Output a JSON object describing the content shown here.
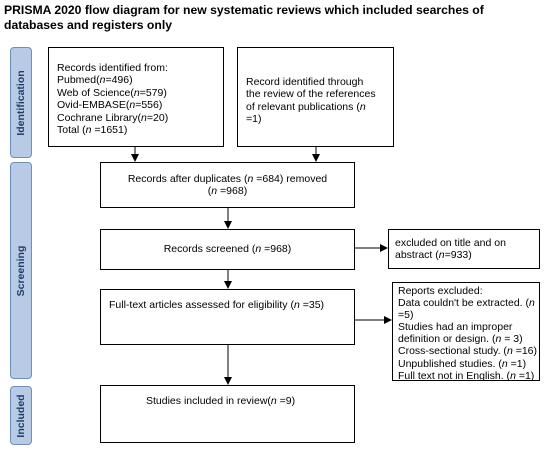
{
  "title": "PRISMA 2020 flow diagram for new systematic reviews which included searches of databases and registers only",
  "stages": {
    "identification": "Identification",
    "screening": "Screening",
    "included": "Included"
  },
  "boxes": {
    "records_identified": [
      "Records identified from:",
      "Pubmed(n=496)",
      "Web of Science(n=579)",
      "Ovid-EMBASE(n=556)",
      "Cochrane Library(n=20)",
      "Total (n =1651)"
    ],
    "record_other": [
      "Record identified through",
      "the review of the references",
      "of relevant publications (n",
      "=1)"
    ],
    "after_duplicates": [
      "Records after duplicates (n =684) removed",
      "(n =968)"
    ],
    "screened": [
      "Records screened (n =968)"
    ],
    "excluded_title": [
      "excluded on title and on",
      "abstract (n=933)"
    ],
    "fulltext": [
      "Full-text articles assessed for eligibility (n =35)"
    ],
    "reports_excluded": [
      "Reports excluded:",
      "Data couldn't be extracted. (n",
      "=5)",
      "Studies had an improper",
      "definition or design. (n = 3)",
      "Cross-sectional study. (n =16)",
      "Unpublished studies. (n =1)",
      "Full text not in English. (n =1)"
    ],
    "included": [
      "Studies included in review(n =9)"
    ]
  },
  "colors": {
    "stage_fill": "#b7cbe6",
    "stage_border": "#6f8fb8",
    "stage_text": "#1f3c66",
    "box_border": "#000000"
  }
}
